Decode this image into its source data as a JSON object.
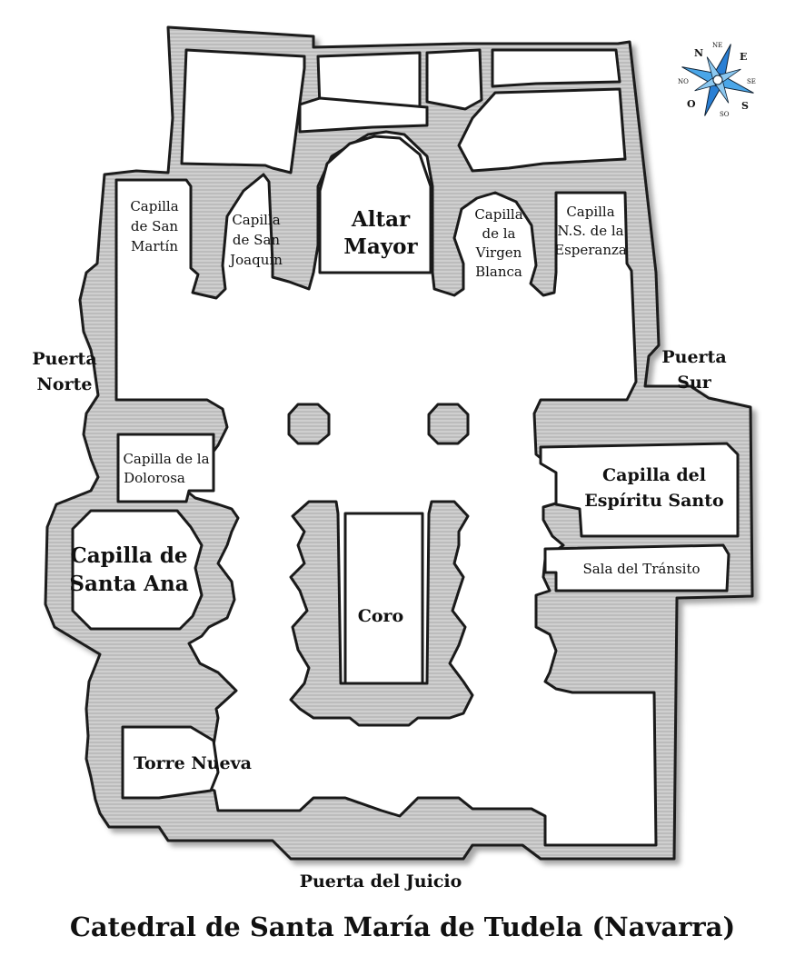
{
  "title": "Catedral de Santa María de Tudela (Navarra)",
  "compass": {
    "n": "N",
    "ne": "NE",
    "e": "E",
    "se": "SE",
    "s": "S",
    "so": "SO",
    "o": "O",
    "no": "NO"
  },
  "rooms": {
    "capilla_san_martin": [
      "Capilla",
      "de San",
      "Martín"
    ],
    "capilla_san_joaquin": [
      "Capilla",
      "de San",
      "Joaquín"
    ],
    "altar_mayor": [
      "Altar",
      "Mayor"
    ],
    "capilla_virgen_blanca": [
      "Capilla",
      "de la",
      "Virgen",
      "Blanca"
    ],
    "capilla_esperanza": [
      "Capilla",
      "N.S. de la",
      "Esperanza"
    ],
    "puerta_norte": [
      "Puerta",
      "Norte"
    ],
    "puerta_sur": [
      "Puerta",
      "Sur"
    ],
    "capilla_dolorosa": [
      "Capilla de la",
      "Dolorosa"
    ],
    "capilla_espiritu_santo": [
      "Capilla del",
      "Espíritu Santo"
    ],
    "capilla_santa_ana": [
      "Capilla de",
      "Santa Ana"
    ],
    "sala_transito": [
      "Sala del Tránsito"
    ],
    "coro": [
      "Coro"
    ],
    "torre_nueva": [
      "Torre Nueva"
    ],
    "puerta_juicio": [
      "Puerta del Juicio"
    ]
  },
  "colors": {
    "wall": "#c8c8c8",
    "stroke": "#1a1a1a",
    "compass_blue": "#2a7fd4"
  }
}
